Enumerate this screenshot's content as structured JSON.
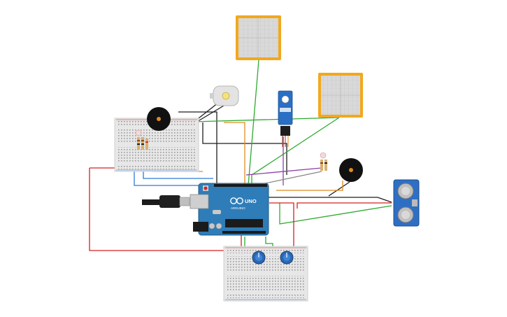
{
  "canvas": {
    "background": "#ffffff"
  },
  "board": {
    "logo": "UNO",
    "brand": "ARDUINO",
    "color": "#2e7db8"
  },
  "colors": {
    "red": "#d42020",
    "black": "#1e1e1e",
    "green": "#2eaa2e",
    "orange": "#e08a1e",
    "blue": "#2b7bd6",
    "purple": "#8c3fa8",
    "gray": "#888888",
    "yellow_frame": "#f2a81d",
    "breadboard": "#e7e7e7"
  },
  "components": [
    {
      "name": "breadboard-left",
      "icon": "breadboard-icon"
    },
    {
      "name": "breadboard-bottom",
      "icon": "breadboard-icon"
    },
    {
      "name": "arduino-uno",
      "icon": "microcontroller-icon"
    },
    {
      "name": "usb-cable",
      "icon": "usb-plug-icon"
    },
    {
      "name": "solar-panel-top",
      "icon": "solar-panel-icon"
    },
    {
      "name": "solar-panel-right",
      "icon": "solar-panel-icon"
    },
    {
      "name": "dc-motor",
      "icon": "motor-icon"
    },
    {
      "name": "servo-motor",
      "icon": "servo-icon"
    },
    {
      "name": "piezo-buzzer-left",
      "icon": "buzzer-icon"
    },
    {
      "name": "piezo-buzzer-right",
      "icon": "buzzer-icon"
    },
    {
      "name": "ultrasonic-sensor",
      "icon": "ultrasonic-sensor-icon"
    },
    {
      "name": "potentiometer-1",
      "icon": "potentiometer-icon"
    },
    {
      "name": "potentiometer-2",
      "icon": "potentiometer-icon"
    }
  ]
}
